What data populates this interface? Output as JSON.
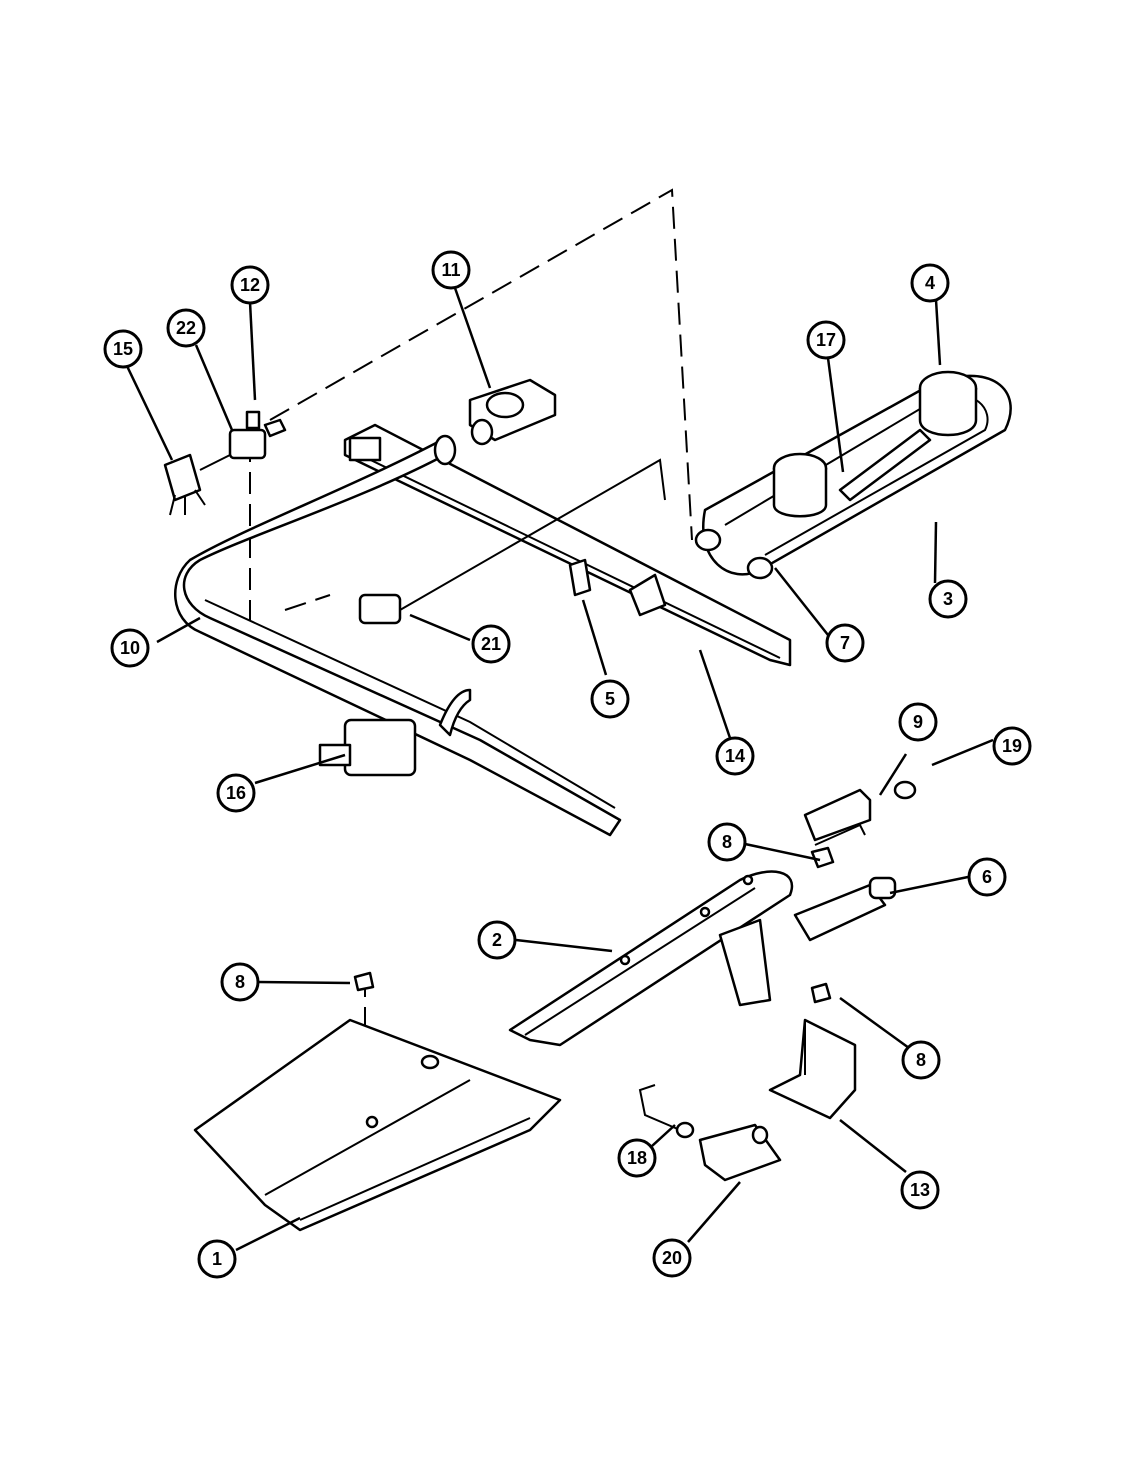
{
  "diagram": {
    "callouts": [
      {
        "id": "c1",
        "label": "1"
      },
      {
        "id": "c2",
        "label": "2"
      },
      {
        "id": "c3",
        "label": "3"
      },
      {
        "id": "c4",
        "label": "4"
      },
      {
        "id": "c5",
        "label": "5"
      },
      {
        "id": "c6",
        "label": "6"
      },
      {
        "id": "c7",
        "label": "7"
      },
      {
        "id": "c8a",
        "label": "8"
      },
      {
        "id": "c8b",
        "label": "8"
      },
      {
        "id": "c8c",
        "label": "8"
      },
      {
        "id": "c9",
        "label": "9"
      },
      {
        "id": "c10",
        "label": "10"
      },
      {
        "id": "c11",
        "label": "11"
      },
      {
        "id": "c12",
        "label": "12"
      },
      {
        "id": "c13",
        "label": "13"
      },
      {
        "id": "c14",
        "label": "14"
      },
      {
        "id": "c15",
        "label": "15"
      },
      {
        "id": "c16",
        "label": "16"
      },
      {
        "id": "c17",
        "label": "17"
      },
      {
        "id": "c18",
        "label": "18"
      },
      {
        "id": "c19",
        "label": "19"
      },
      {
        "id": "c20",
        "label": "20"
      },
      {
        "id": "c21",
        "label": "21"
      },
      {
        "id": "c22",
        "label": "22"
      }
    ]
  }
}
